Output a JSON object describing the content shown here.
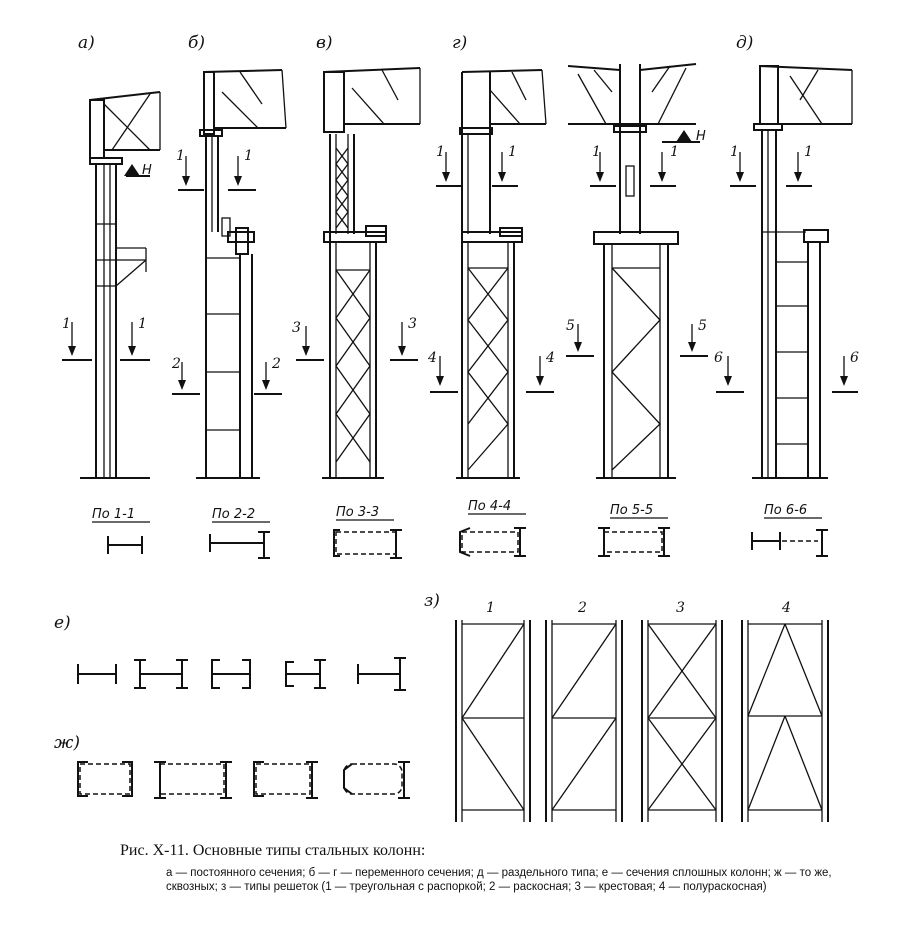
{
  "panels": {
    "a": "а)",
    "b": "б)",
    "v": "в)",
    "g": "г)",
    "d": "д)",
    "e": "е)",
    "zh": "ж)",
    "z": "з)"
  },
  "force_label": "H",
  "sections": {
    "s1": "По 1-1",
    "s2": "По 2-2",
    "s3": "По 3-3",
    "s4": "По 4-4",
    "s5": "По 5-5",
    "s6": "По 6-6"
  },
  "cut_numbers": [
    "1",
    "2",
    "3",
    "4",
    "5",
    "6"
  ],
  "lattice_numbers": [
    "1",
    "2",
    "3",
    "4"
  ],
  "caption": {
    "title": "Рис. X-11. Основные типы стальных колонн:",
    "text": "а — постоянного сечения; б — г — переменного сечения; д — раздельного типа; е — сечения сплошных колонн; ж — то же, сквозных; з — типы решеток (1 — треугольная с распоркой; 2 — раскосная; 3 — крестовая; 4 — полураскосная)"
  }
}
